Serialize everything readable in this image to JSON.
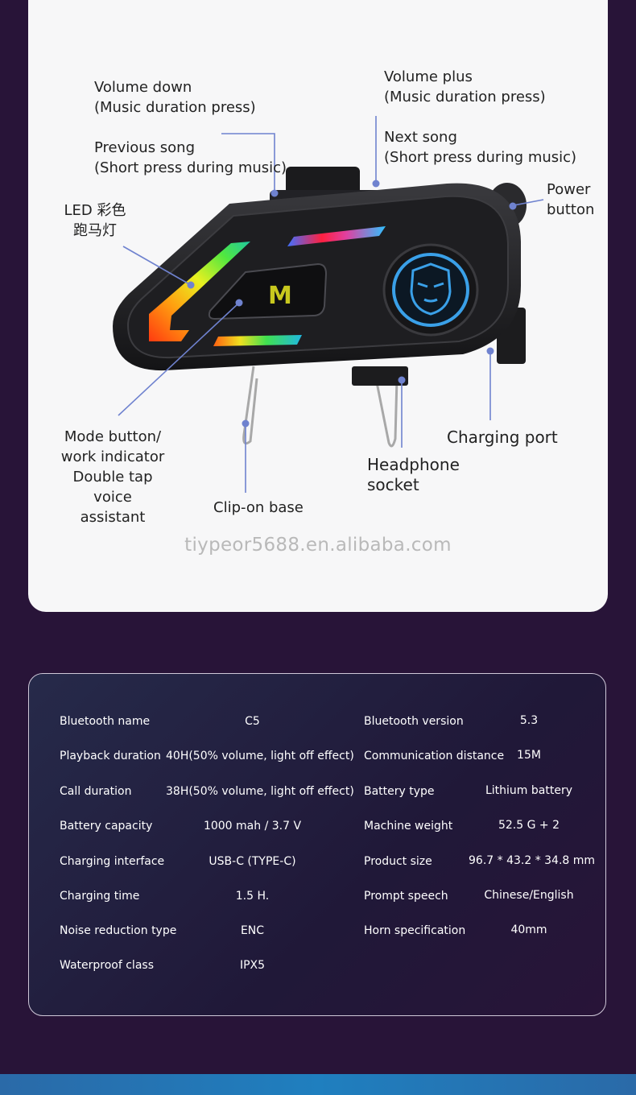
{
  "diagram": {
    "labels": {
      "volume_down": "Volume down\n(Music duration press)",
      "previous_song": "Previous song\n(Short press during music)",
      "volume_plus": "Volume plus\n(Music duration press)",
      "next_song": "Next song\n(Short press during music)",
      "power_button": "Power\nbutton",
      "led": "LED 彩色\n跑马灯",
      "mode_button": "Mode button/\nwork indicator\nDouble tap\nvoice assistant",
      "clip_on_base": "Clip-on base",
      "headphone_socket": "Headphone\nsocket",
      "charging_port": "Charging port"
    },
    "button_letter": "M",
    "watermark": "tiypeor5688.en.alibaba.com"
  },
  "specs": {
    "left": [
      {
        "name": "Bluetooth name",
        "value": "C5"
      },
      {
        "name": "Playback duration",
        "value": "40H(50% volume, light off effect)"
      },
      {
        "name": "Call duration",
        "value": "38H(50% volume, light off effect)"
      },
      {
        "name": "Battery capacity",
        "value": "1000 mah / 3.7 V"
      },
      {
        "name": "Charging interface",
        "value": "USB-C (TYPE-C)"
      },
      {
        "name": "Charging time",
        "value": "1.5 H."
      },
      {
        "name": "Noise reduction type",
        "value": "ENC"
      },
      {
        "name": "Waterproof class",
        "value": "IPX5"
      }
    ],
    "right": [
      {
        "name": "Bluetooth version",
        "value": "5.3"
      },
      {
        "name": "Communication distance",
        "value": "15M"
      },
      {
        "name": "Battery type",
        "value": "Lithium battery"
      },
      {
        "name": "Machine weight",
        "value": "52.5 G + 2"
      },
      {
        "name": "Product size",
        "value": "96.7 * 43.2 * 34.8 mm"
      },
      {
        "name": "Prompt speech",
        "value": "Chinese/English"
      },
      {
        "name": "Horn specification",
        "value": "40mm"
      }
    ]
  },
  "colors": {
    "background": "#281438",
    "card": "#f7f7f8",
    "leader": "#6f82cf",
    "led_blue": "#3aa0e8",
    "m_letter": "#c8c81e"
  }
}
